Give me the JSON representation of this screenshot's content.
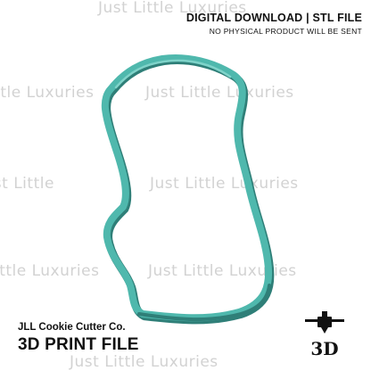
{
  "header": {
    "title": "DIGITAL DOWNLOAD | STL FILE",
    "subtitle": "NO PHYSICAL PRODUCT WILL BE SENT"
  },
  "watermark": {
    "text_full": "Just Little Luxuries",
    "text_left_cut": "Little Luxuries",
    "text_right_cut": "Just Little",
    "color": "#d2d2d2"
  },
  "footer": {
    "company": "JLL Cookie Cutter Co.",
    "file_type": "3D PRINT FILE"
  },
  "printer_icon": {
    "name": "3d-printer-icon",
    "label": "3D"
  },
  "colors": {
    "cutter_main": "#4fb8ad",
    "cutter_shadow": "#2f7f78",
    "cutter_highlight": "#7fd3c9",
    "text": "#111111",
    "background": "#ffffff"
  }
}
